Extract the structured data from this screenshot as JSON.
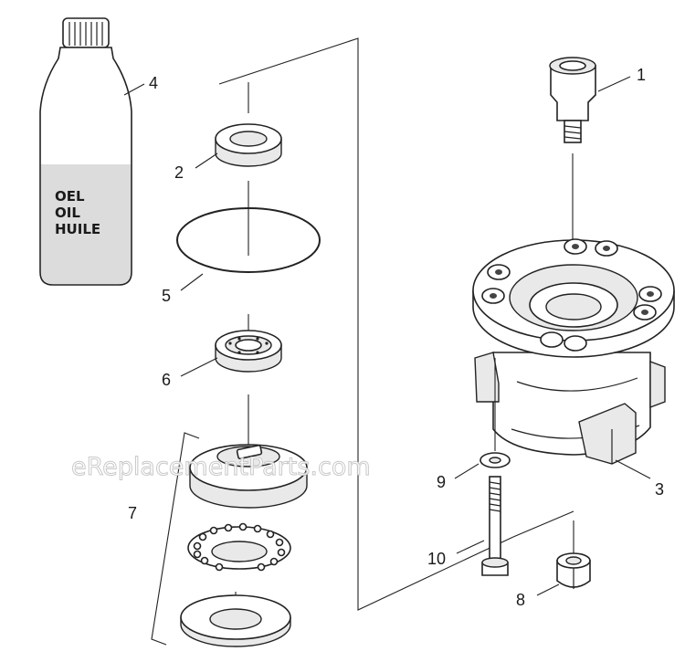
{
  "diagram": {
    "watermark": "eReplacementParts.com",
    "bottle_label": [
      "OEL",
      "OIL",
      "HUILE"
    ],
    "callouts": {
      "c1": "1",
      "c2": "2",
      "c3": "3",
      "c4": "4",
      "c5": "5",
      "c6": "6",
      "c7": "7",
      "c8": "8",
      "c9": "9",
      "c10": "10"
    }
  }
}
